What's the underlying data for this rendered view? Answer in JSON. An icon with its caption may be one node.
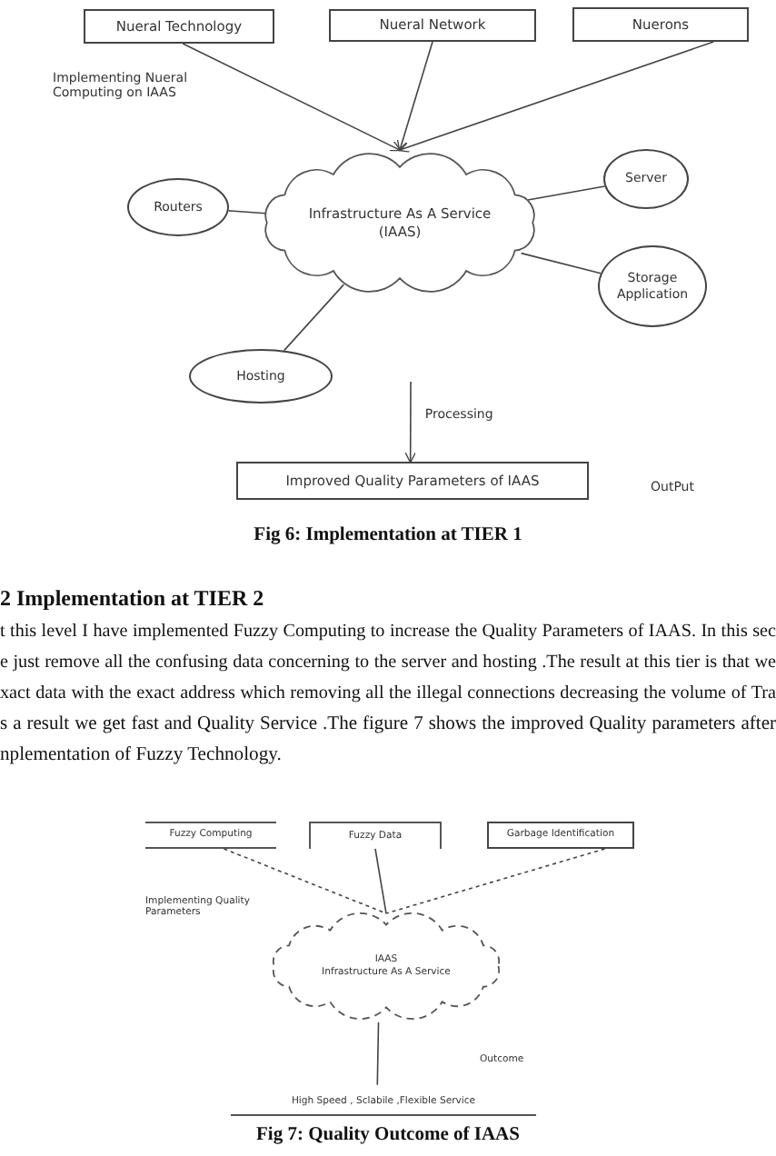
{
  "diagram": {
    "nodes": [
      {
        "text": [
          "Nueral Technology"
        ]
      },
      {
        "text": [
          "Nueral Network"
        ]
      },
      {
        "text": [
          "Nuerons"
        ]
      },
      {
        "text": [
          "Infrastructure As A Service (IAAS)"
        ]
      },
      {
        "text": [
          "Routers"
        ]
      },
      {
        "text": [
          "Server"
        ]
      },
      {
        "text": [
          "Storage Application"
        ]
      },
      {
        "text": [
          "Hosting"
        ]
      },
      {
        "text": [
          "Improved Quality Parameters of IAAS"
        ]
      },
      {
        "text": [
          "Fuzzy Computing"
        ]
      },
      {
        "text": [
          "Fuzzy Data"
        ]
      },
      {
        "text": [
          "Garbage Identification"
        ]
      },
      {
        "text": [
          "IAAS",
          "Infrastructure As A Service"
        ]
      },
      {
        "text": [
          "High Speed , Sclabile ,Flexible Service"
        ]
      }
    ],
    "edges": [
      {
        "from": 0,
        "to": 3,
        "arrow": "to"
      },
      {
        "from": 1,
        "to": 3,
        "arrow": "to"
      },
      {
        "from": 2,
        "to": 3,
        "arrow": "to"
      },
      {
        "from": 4,
        "to": 3,
        "arrow": "none"
      },
      {
        "from": 5,
        "to": 3,
        "arrow": "none"
      },
      {
        "from": 6,
        "to": 3,
        "arrow": "none"
      },
      {
        "from": 7,
        "to": 3,
        "arrow": "none"
      },
      {
        "from": null,
        "to": 8,
        "arrow": "to",
        "label": "Processing"
      },
      {
        "from": 9,
        "to": 12,
        "arrow": "none",
        "style": "dashed"
      },
      {
        "from": 10,
        "to": 12,
        "arrow": "none"
      },
      {
        "from": 11,
        "to": 12,
        "arrow": "none",
        "style": "dashed"
      },
      {
        "from": 12,
        "to": 13,
        "arrow": "none"
      }
    ],
    "labels": [
      "Implementing Nueral Computing on IAAS",
      "OutPut",
      "Fig 6:  Implementation at TIER 1",
      "2 Implementation at TIER 2",
      "t this level I have implemented Fuzzy Computing to increase the Quality Parameters of IAAS. In this sec",
      "e just remove all the confusing data concerning to the server and hosting .The result at this tier is that we",
      "xact data with the exact address which removing all the illegal connections decreasing the volume of Tra",
      "s a result we get fast and Quality Service .The figure 7 shows the improved Quality parameters after",
      "nplementation of Fuzzy Technology.",
      "Implementing Quality Parameters",
      "Outcome",
      "Fig 7: Quality Outcome of IAAS"
    ]
  }
}
